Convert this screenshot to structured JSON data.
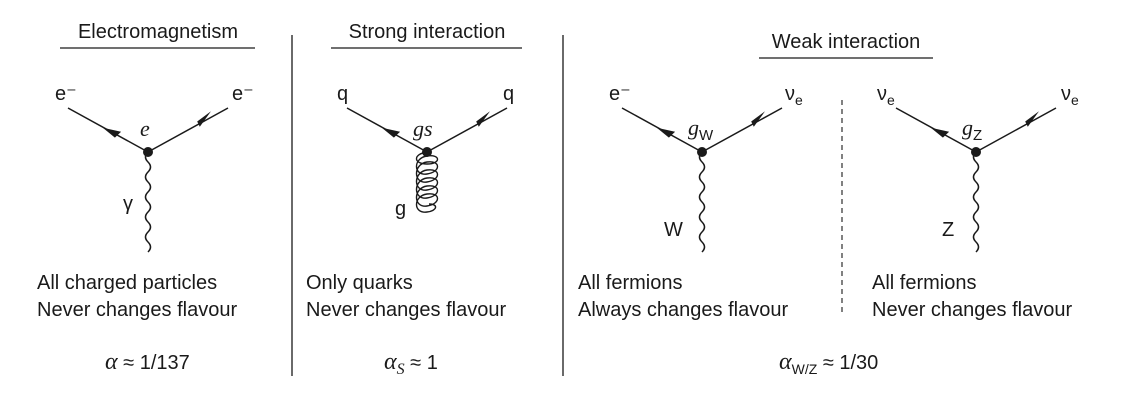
{
  "panels": [
    {
      "id": "em",
      "title": "Electromagnetism",
      "incoming": "e⁻",
      "outgoing": "e⁻",
      "coupling": "e",
      "coupling_sub": "",
      "boson": "γ",
      "boson_style": "wavy",
      "desc1": "All charged particles",
      "desc2": "Never changes flavour"
    },
    {
      "id": "strong",
      "title": "Strong interaction",
      "incoming": "q",
      "outgoing": "q",
      "coupling": "gs",
      "coupling_sub": "",
      "boson": "g",
      "boson_style": "curly",
      "desc1": "Only quarks",
      "desc2": "Never changes flavour"
    },
    {
      "id": "weak-cc",
      "title": "",
      "incoming": "e⁻",
      "outgoing": "ν",
      "outgoing_sub": "e",
      "coupling": "g",
      "coupling_sub": "W",
      "boson": "W",
      "boson_style": "wavy",
      "desc1": "All fermions",
      "desc2": "Always changes flavour"
    },
    {
      "id": "weak-nc",
      "title": "",
      "incoming": "ν",
      "incoming_sub": "e",
      "outgoing": "ν",
      "outgoing_sub": "e",
      "coupling": "g",
      "coupling_sub": "Z",
      "boson": "Z",
      "boson_style": "wavy",
      "desc1": "All fermions",
      "desc2": "Never changes flavour"
    }
  ],
  "weak_title": "Weak interaction",
  "strengths": {
    "em": {
      "symbol": "α",
      "sub": "",
      "value": "≈ 1/137"
    },
    "strong": {
      "symbol": "α",
      "sub": "S",
      "value": "≈ 1"
    },
    "weak": {
      "symbol": "α",
      "sub": "W/Z",
      "value": "≈ 1/30"
    }
  }
}
